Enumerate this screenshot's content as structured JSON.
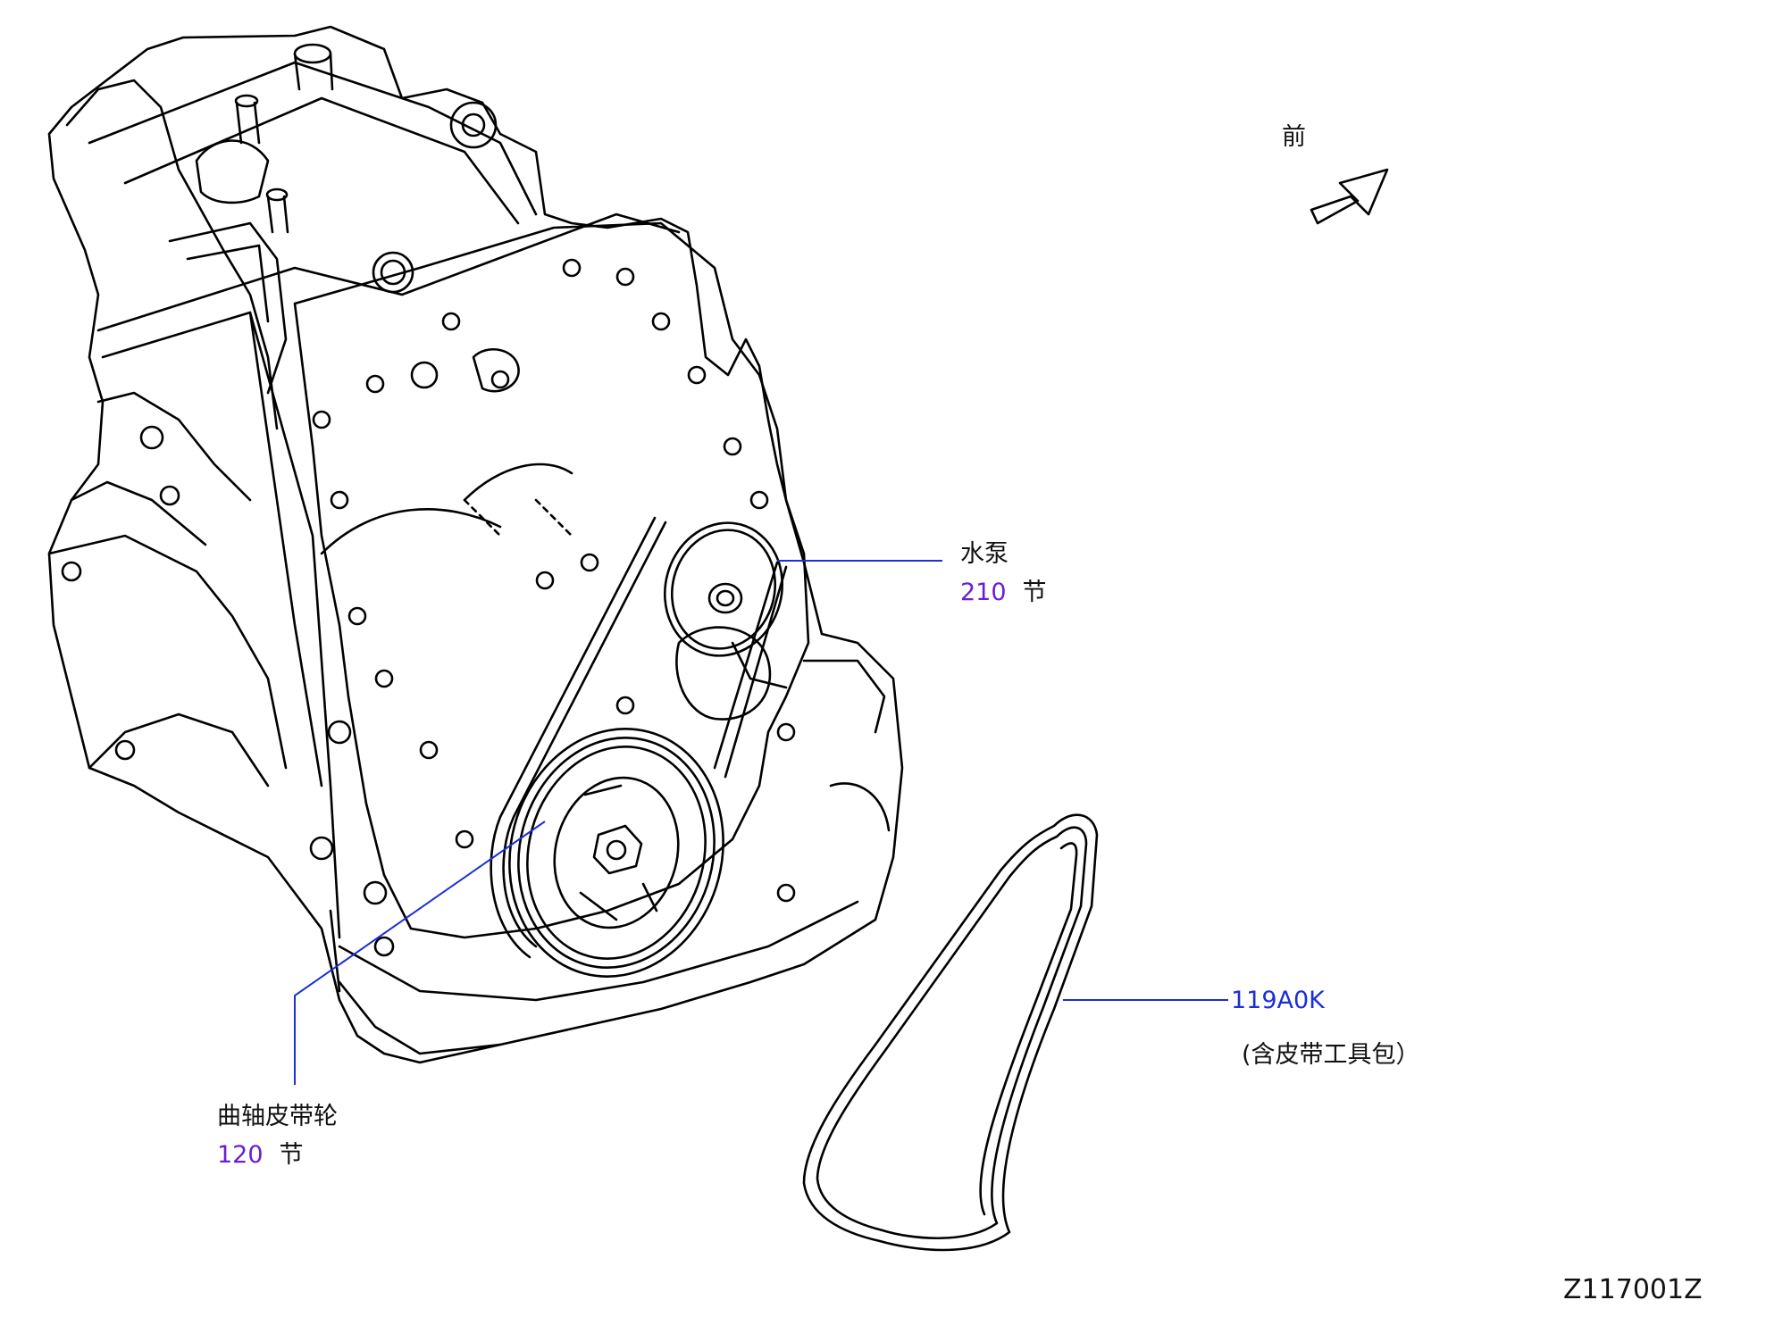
{
  "orientation": {
    "label": "前",
    "icon": "front-direction-arrow-icon"
  },
  "callouts": {
    "water_pump": {
      "name": "水泵",
      "section_number": "210",
      "section_suffix": "节"
    },
    "crank_pulley": {
      "name": "曲轴皮带轮",
      "section_number": "120",
      "section_suffix": "节"
    },
    "belt": {
      "part_number": "119A0K",
      "note": "(含皮带工具包）"
    }
  },
  "figure_code": "Z117001Z",
  "colors": {
    "line": "#000000",
    "section_ref": "#6a1fd1",
    "part_number": "#1a2fd6",
    "leader": "#1a2fd6"
  }
}
